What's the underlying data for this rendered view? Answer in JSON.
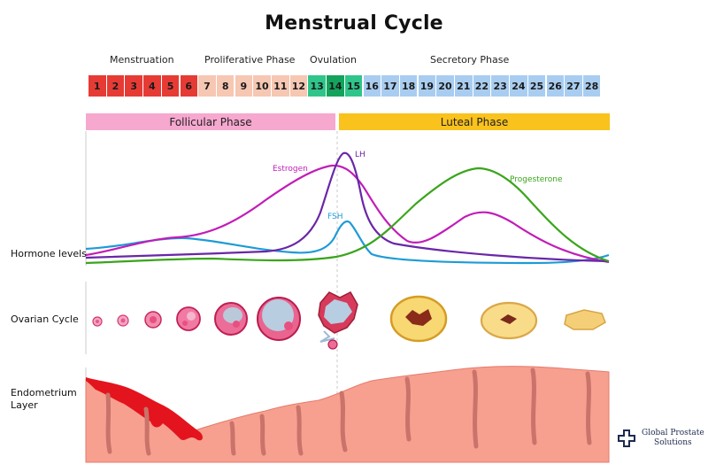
{
  "title": "Menstrual Cycle",
  "phase_labels": {
    "menstruation": "Menstruation",
    "proliferative": "Proliferative Phase",
    "ovulation": "Ovulation",
    "secretory": "Secretory Phase"
  },
  "days": [
    {
      "label": "1",
      "color": "#e63b35"
    },
    {
      "label": "2",
      "color": "#e63b35"
    },
    {
      "label": "3",
      "color": "#e63b35"
    },
    {
      "label": "4",
      "color": "#e63b35"
    },
    {
      "label": "5",
      "color": "#e63b35"
    },
    {
      "label": "6",
      "color": "#e63b35"
    },
    {
      "label": "7",
      "color": "#f6c7b2"
    },
    {
      "label": "8",
      "color": "#f6c7b2"
    },
    {
      "label": "9",
      "color": "#f6c7b2"
    },
    {
      "label": "10",
      "color": "#f6c7b2"
    },
    {
      "label": "11",
      "color": "#f6c7b2"
    },
    {
      "label": "12",
      "color": "#f6c7b2"
    },
    {
      "label": "13",
      "color": "#2fc58a"
    },
    {
      "label": "14",
      "color": "#14a35c"
    },
    {
      "label": "15",
      "color": "#2fc58a"
    },
    {
      "label": "16",
      "color": "#a9cdf0"
    },
    {
      "label": "17",
      "color": "#a9cdf0"
    },
    {
      "label": "18",
      "color": "#a9cdf0"
    },
    {
      "label": "19",
      "color": "#a9cdf0"
    },
    {
      "label": "20",
      "color": "#a9cdf0"
    },
    {
      "label": "21",
      "color": "#a9cdf0"
    },
    {
      "label": "22",
      "color": "#a9cdf0"
    },
    {
      "label": "23",
      "color": "#a9cdf0"
    },
    {
      "label": "24",
      "color": "#a9cdf0"
    },
    {
      "label": "25",
      "color": "#a9cdf0"
    },
    {
      "label": "26",
      "color": "#a9cdf0"
    },
    {
      "label": "27",
      "color": "#a9cdf0"
    },
    {
      "label": "28",
      "color": "#a9cdf0"
    }
  ],
  "bars": {
    "follicular": "Follicular Phase",
    "luteal": "Luteal Phase"
  },
  "rows": {
    "hormones": "Hormone levels",
    "ovarian": "Ovarian Cycle",
    "endometrium_1": "Endometrium",
    "endometrium_2": "Layer"
  },
  "hormones": {
    "estrogen": {
      "label": "Estrogen",
      "color": "#c21db8"
    },
    "lh": {
      "label": "LH",
      "color": "#6a26a8"
    },
    "fsh": {
      "label": "FSH",
      "color": "#1e9bd6"
    },
    "progesterone": {
      "label": "Progesterone",
      "color": "#3aa51c"
    }
  },
  "logo": {
    "line1": "Global Prostate",
    "line2": "Solutions"
  }
}
